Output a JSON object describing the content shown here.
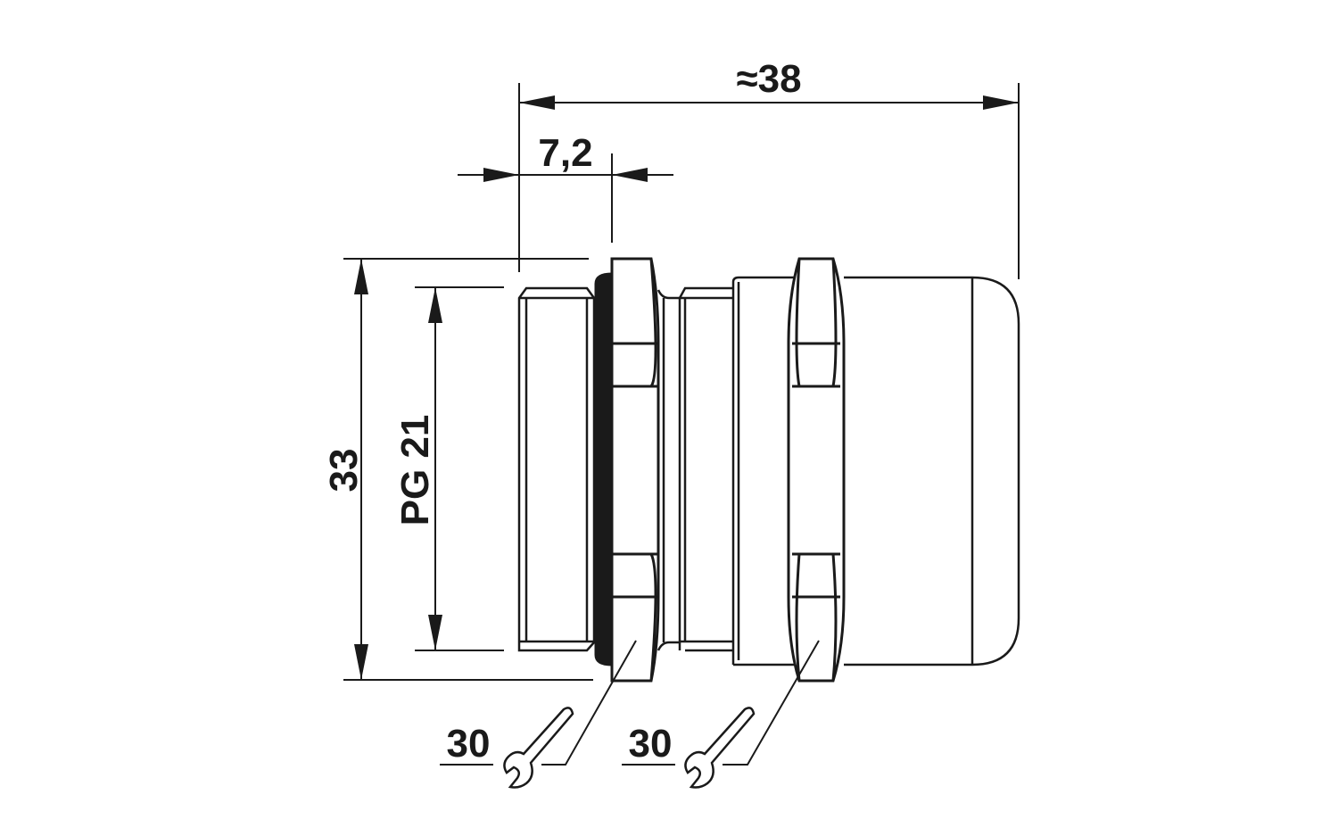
{
  "title": "Cable gland PG 21 dimensional drawing",
  "dimensions": {
    "overall_length": "≈38",
    "thread_length": "7,2",
    "outer_height": "33",
    "thread_size": "PG 21",
    "wrench_size_1": "30",
    "wrench_size_2": "30"
  },
  "colors": {
    "line": "#1a1a1a",
    "background": "#ffffff"
  }
}
